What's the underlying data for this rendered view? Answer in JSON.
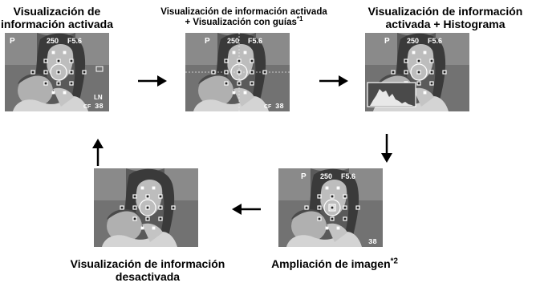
{
  "captions": {
    "p1": {
      "line1": "Visualización de",
      "line2": "información activada"
    },
    "p2": {
      "line1": "Visualización de información activada",
      "line2": "+ Visualización con guías",
      "sup": "*1"
    },
    "p3": {
      "line1": "Visualización de información",
      "line2": "activada + Histograma"
    },
    "p4": {
      "line1": "Ampliación de imagen",
      "sup": "*2"
    },
    "p5": {
      "line1": "Visualización de información",
      "line2": "desactivada"
    }
  },
  "overlay": {
    "mode": "P",
    "shutter": "250",
    "aperture": "F5.6",
    "card": "CF",
    "count": "38",
    "quality": "LN"
  }
}
